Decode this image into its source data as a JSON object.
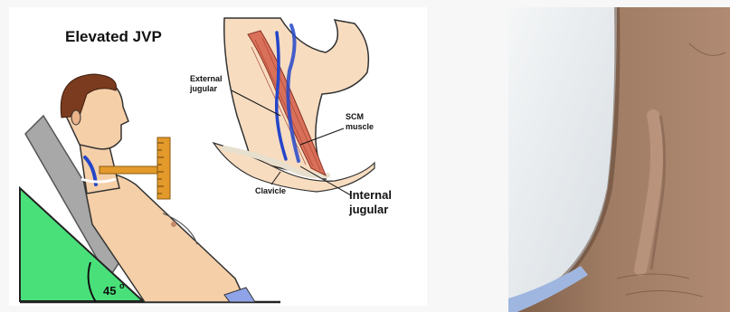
{
  "diagram": {
    "title": "Elevated JVP",
    "angle_label": "45",
    "angle_unit": "o",
    "labels": {
      "external_jugular_1": "External",
      "external_jugular_2": "jugular",
      "scm_1": "SCM",
      "scm_2": "muscle",
      "clavicle": "Clavicle",
      "internal_jugular_1": "Internal",
      "internal_jugular_2": "jugular"
    },
    "colors": {
      "title": "#1f3a8a",
      "wedge": "#49e07a",
      "skin": "#f5cfa8",
      "hair": "#7a3b1e",
      "ruler": "#e39a2b",
      "vein": "#2446c9",
      "muscle": "#d9705a"
    }
  },
  "photo": {
    "description_visible": ""
  }
}
